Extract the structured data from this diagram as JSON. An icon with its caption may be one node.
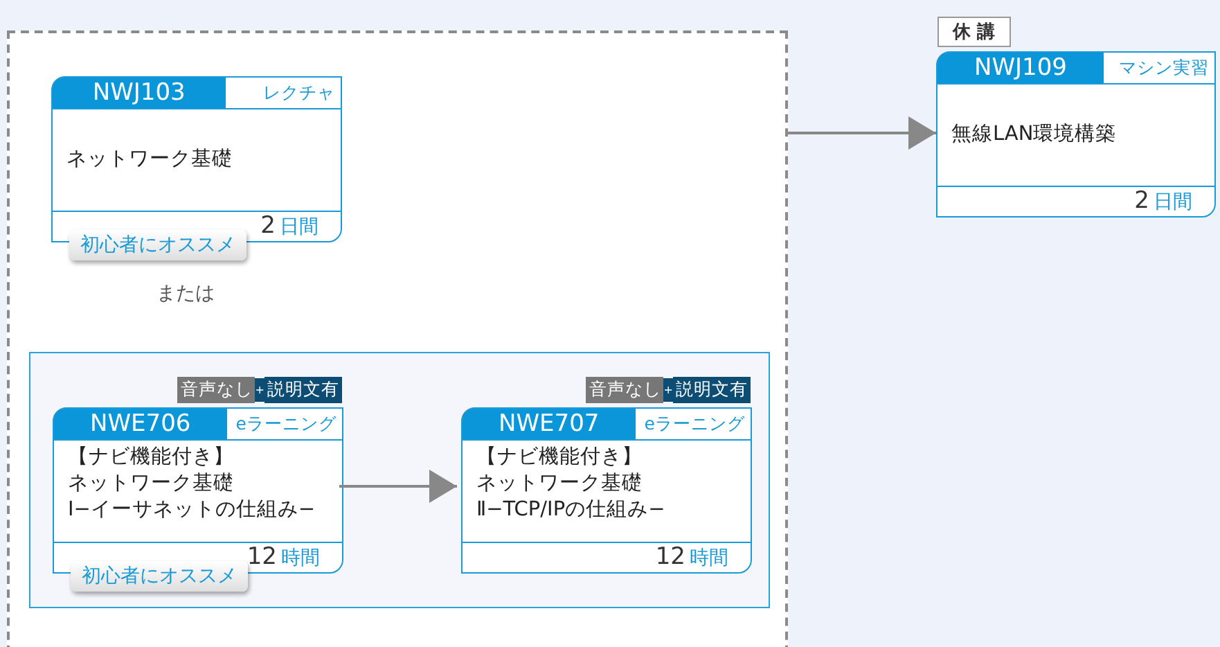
{
  "diagram": {
    "nodes": [
      {
        "text": [],
        "shape": "box"
      },
      {
        "text": [
          "NWJ103",
          "レクチャ",
          "ネットワーク基礎",
          "初心者にオススメ",
          "2",
          "日間"
        ],
        "in": 0
      },
      {
        "text": [],
        "shape": "box",
        "in": 0
      },
      {
        "text": [
          "NWE706",
          "eラーニング",
          "【ナビ機能付き】ネットワーク基礎 Ⅰ−イーサネットの仕組み−",
          "初心者にオススメ",
          "12",
          "時間"
        ],
        "beside": [
          "音声なし",
          "+",
          "説明文有"
        ],
        "in": 2
      },
      {
        "text": [
          "NWE707",
          "eラーニング",
          "【ナビ機能付き】ネットワーク基礎 Ⅱ−TCP/IPの仕組み−",
          "12",
          "時間"
        ],
        "beside": [
          "音声なし",
          "+",
          "説明文有"
        ],
        "in": 2
      },
      {
        "text": [
          "NWJ109",
          "マシン実習",
          "無線LAN環境構築",
          "2",
          "日間"
        ],
        "beside": [
          "休 講"
        ]
      }
    ],
    "edges": [
      {
        "from": 0,
        "to": 5,
        "arrow": "to"
      },
      {
        "from": 3,
        "to": 4,
        "arrow": "to"
      }
    ],
    "labels": [
      "または"
    ]
  }
}
